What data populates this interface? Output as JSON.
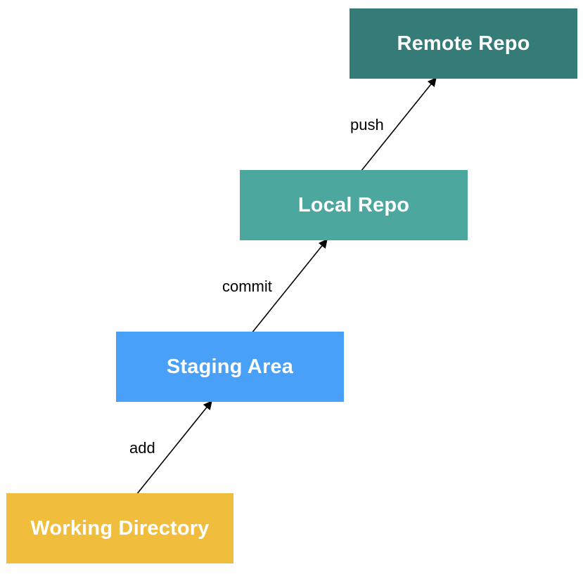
{
  "nodes": {
    "remote": {
      "label": "Remote Repo",
      "color": "#357C78"
    },
    "local": {
      "label": "Local Repo",
      "color": "#4CA89E"
    },
    "staging": {
      "label": "Staging Area",
      "color": "#48A0F8"
    },
    "working": {
      "label": "Working Directory",
      "color": "#F0BE3C"
    }
  },
  "edges": {
    "add": {
      "label": "add",
      "from": "Working Directory",
      "to": "Staging Area"
    },
    "commit": {
      "label": "commit",
      "from": "Staging Area",
      "to": "Local Repo"
    },
    "push": {
      "label": "push",
      "from": "Local Repo",
      "to": "Remote Repo"
    }
  },
  "colors": {
    "arrow": "#000000",
    "label_text": "#ffffff"
  }
}
